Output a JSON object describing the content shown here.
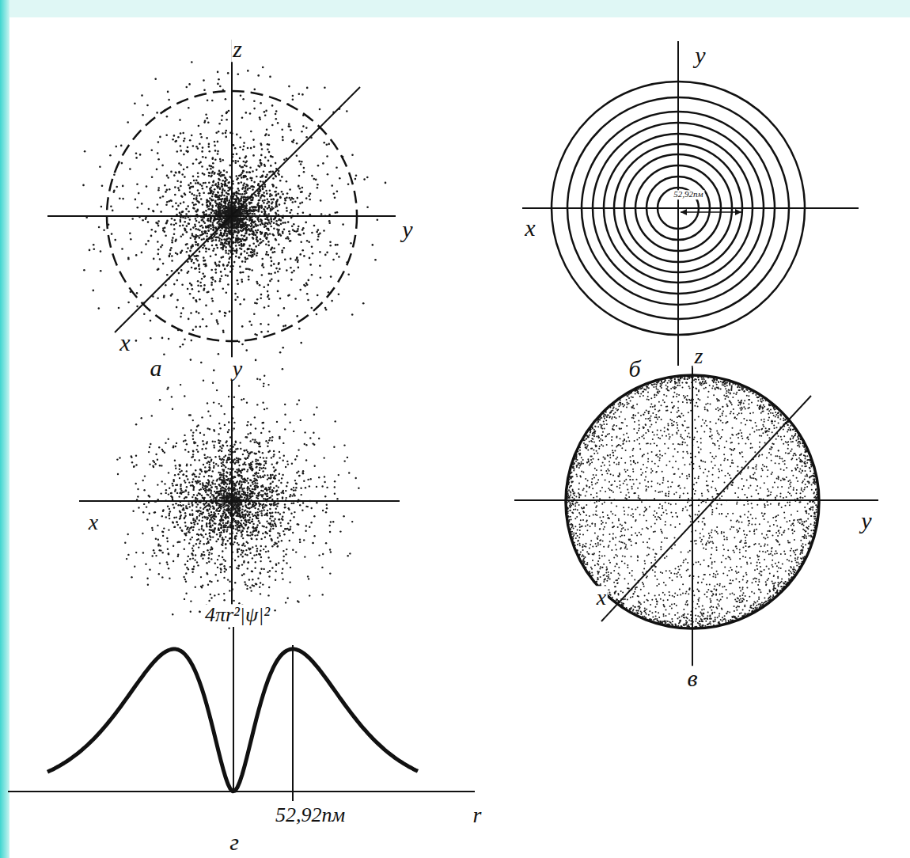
{
  "diagram": {
    "labels": [
      "z",
      "y",
      "x",
      "а",
      "y",
      "x",
      "52,92пм",
      "б",
      "z",
      "y",
      "x",
      "y",
      "x",
      "в",
      "4πr²|ψ|²",
      "52,92пм",
      "r",
      "г"
    ]
  }
}
